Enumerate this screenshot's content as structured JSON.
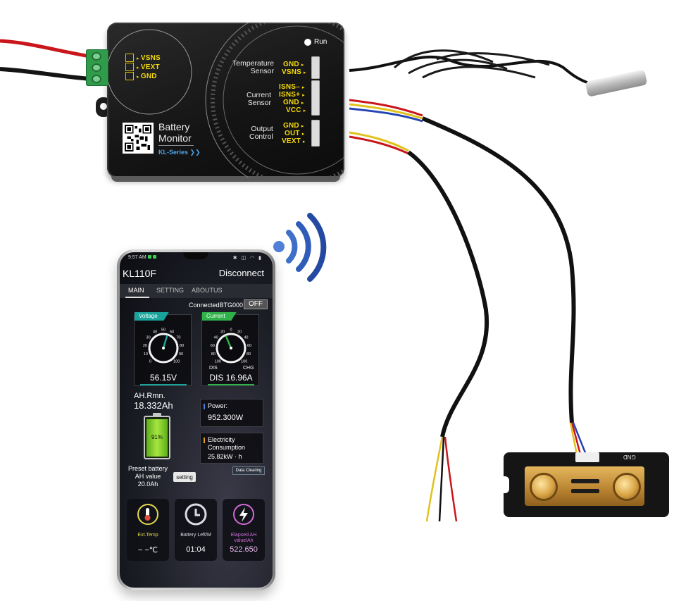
{
  "monitor": {
    "run_label": "Run",
    "left_pins": [
      "VSNS",
      "VEXT",
      "GND"
    ],
    "temp_sensor": {
      "label": "Temperature\nSensor",
      "pins": [
        "GND",
        "VSNS"
      ]
    },
    "current_sensor": {
      "label": "Current\nSensor",
      "pins": [
        "ISNS–",
        "ISNS+",
        "GND",
        "VCC"
      ]
    },
    "output_control": {
      "label": "Output\nControl",
      "pins": [
        "GND",
        "OUT",
        "VEXT"
      ]
    },
    "brand_title_1": "Battery",
    "brand_title_2": "Monitor",
    "series": "KL-Series"
  },
  "shunt": {
    "label": "GND"
  },
  "phone": {
    "time": "9:57 AM",
    "app_title": "KL110F",
    "disconnect_label": "Disconnect",
    "tabs": [
      "MAIN",
      "SETTING",
      "ABOUTUS"
    ],
    "connected_text": "ConnectedBTG000",
    "toggle_label": "OFF",
    "voltage": {
      "tag": "Voltage",
      "value_text": "56.15V",
      "ticks": [
        "0",
        "10",
        "20",
        "30",
        "40",
        "50",
        "60",
        "70",
        "80",
        "90",
        "100"
      ],
      "needle_value": 56.15,
      "range": [
        0,
        100
      ],
      "color": "#1aa39a"
    },
    "current": {
      "tag": "Current",
      "value_text": "DIS 16.96A",
      "ticks": [
        "100",
        "80",
        "60",
        "40",
        "20",
        "0",
        "20",
        "40",
        "60",
        "80",
        "100"
      ],
      "dis_label": "DIS",
      "chg_label": "CHG",
      "needle_value": -16.96,
      "range": [
        -100,
        100
      ],
      "color": "#2fb24a"
    },
    "ah_remaining_label": "AH.Rmn.",
    "ah_remaining_value": "18.332Ah",
    "battery_percent": "91%",
    "battery_level": 0.91,
    "preset_label_1": "Preset battery",
    "preset_label_2": "AH value",
    "preset_value": "20.0Ah",
    "setting_button": "setting",
    "power": {
      "label": "Power:",
      "value": "952.300W",
      "color": "#4a7de0"
    },
    "electricity": {
      "label_1": "Electricity",
      "label_2": "Consumption",
      "value": "25.82kW · h",
      "color": "#e59a2a"
    },
    "data_clearing_button": "Data Clearing",
    "tiles": [
      {
        "label": "Ext.Temp",
        "value": "− −℃",
        "icon": "thermometer-icon",
        "color": "#e3d84a"
      },
      {
        "label": "Battery Left/M",
        "value": "01:04",
        "icon": "clock-icon",
        "color": "#d9dbe6"
      },
      {
        "label": "Elapsed AH\nvalue/Ah",
        "value": "522.650",
        "icon": "lightning-icon",
        "color": "#d06ad6"
      }
    ]
  }
}
